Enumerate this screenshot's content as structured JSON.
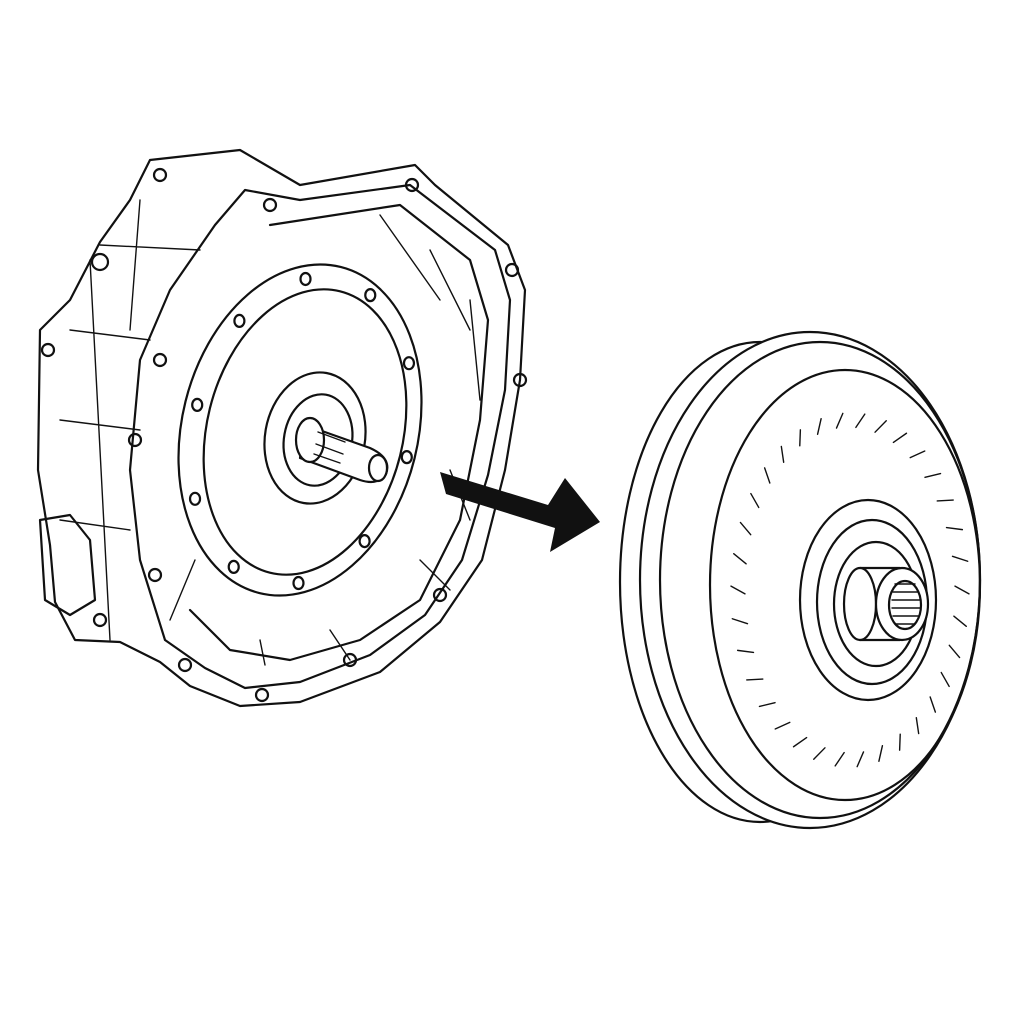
{
  "diagram": {
    "components": [
      "transmission-housing",
      "input-shaft",
      "removal-arrow",
      "torque-converter"
    ],
    "colors": {
      "line": "#111111",
      "background": "#ffffff",
      "arrow": "#111111"
    },
    "converter_fin_count": 34
  }
}
